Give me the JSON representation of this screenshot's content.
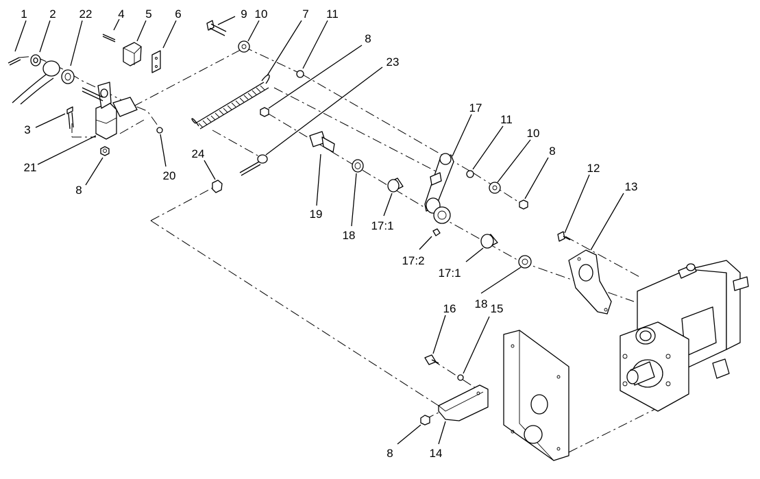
{
  "labels": {
    "l1": "1",
    "l2": "2",
    "l22": "22",
    "l4": "4",
    "l5": "5",
    "l6": "6",
    "l3": "3",
    "l21": "21",
    "l8a": "8",
    "l20": "20",
    "l9": "9",
    "l10a": "10",
    "l7": "7",
    "l11a": "11",
    "l8b": "8",
    "l23": "23",
    "l24": "24",
    "l19": "19",
    "l18a": "18",
    "l17_1a": "17:1",
    "l17_2": "17:2",
    "l17": "17",
    "l11b": "11",
    "l10b": "10",
    "l8c": "8",
    "l12": "12",
    "l13": "13",
    "l17_1b": "17:1",
    "l18b": "18",
    "l16": "16",
    "l15": "15",
    "l8d": "8",
    "l14": "14"
  }
}
